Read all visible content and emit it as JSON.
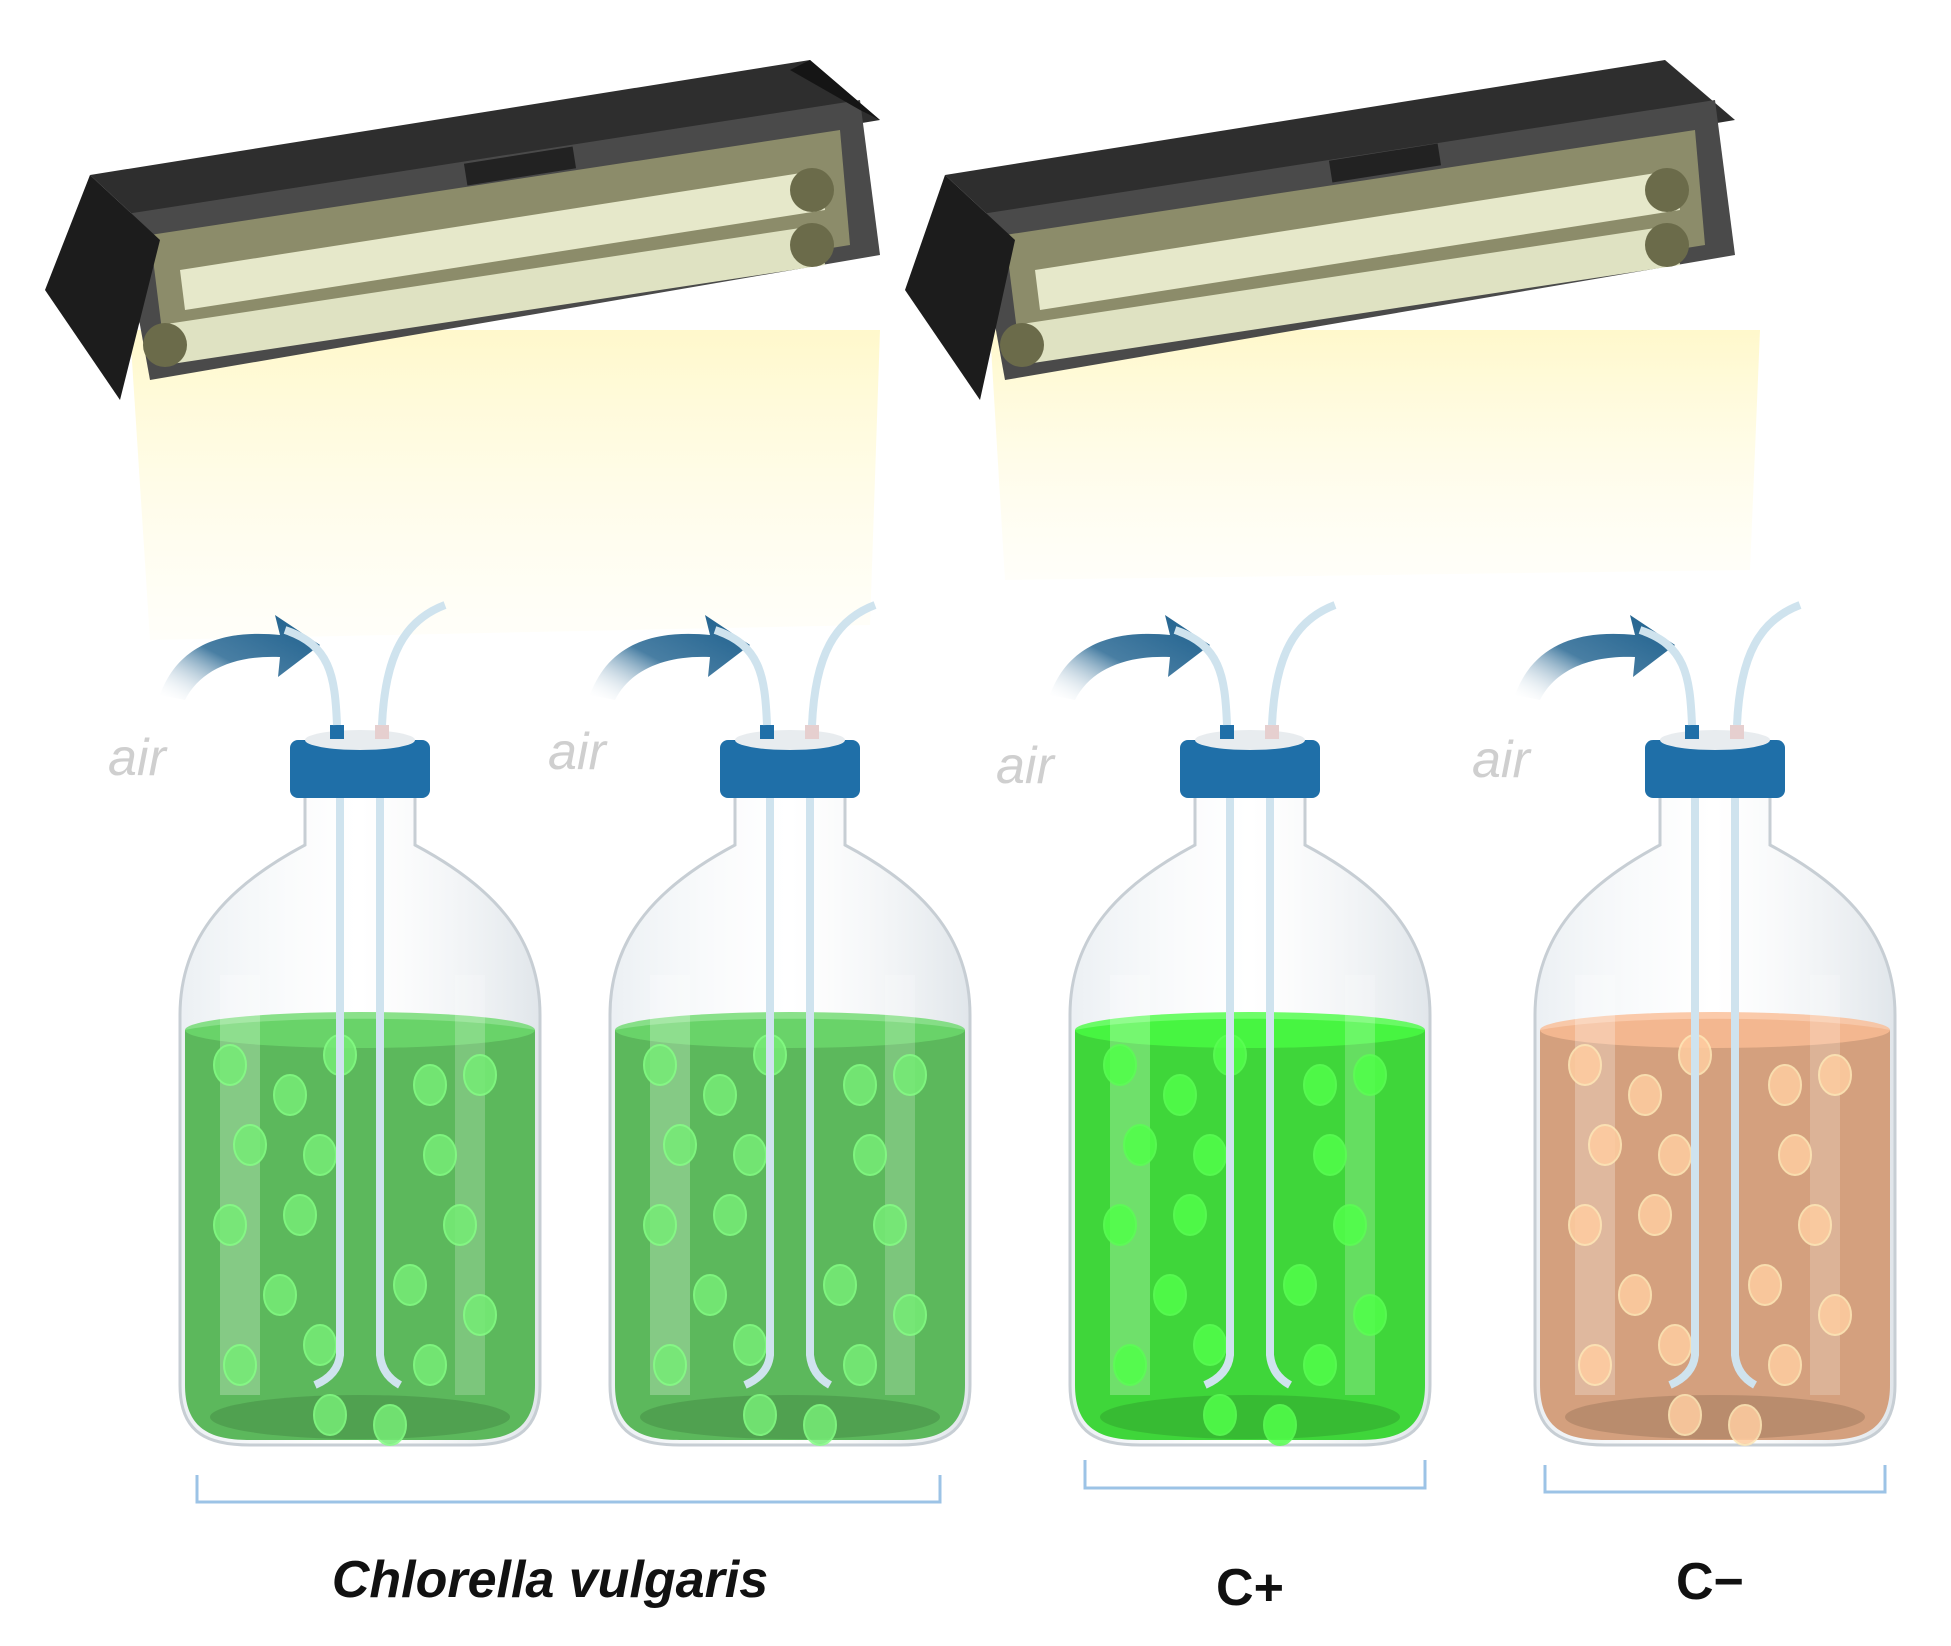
{
  "colors": {
    "lamp_body": "#3a3a3a",
    "lamp_dark": "#1e1e1e",
    "tube": "#d9dcc0",
    "light_glow": "#fffbd6",
    "cap": "#1f6fa8",
    "arrow": "#1b5e8c",
    "algae_green": "#5cb85c",
    "control_plus_green": "#3fd63a",
    "control_minus_brown": "#d4a07e",
    "bracket": "#9cc3e6"
  },
  "arrow_labels": [
    "air",
    "air",
    "air",
    "air"
  ],
  "groups": [
    {
      "label": "Chlorella vulgaris",
      "italic": true
    },
    {
      "label": "C+",
      "italic": false
    },
    {
      "label": "C−",
      "italic": false
    }
  ],
  "bottles": [
    {
      "liquid_color": "algae_green"
    },
    {
      "liquid_color": "algae_green"
    },
    {
      "liquid_color": "control_plus_green"
    },
    {
      "liquid_color": "control_minus_brown"
    }
  ]
}
